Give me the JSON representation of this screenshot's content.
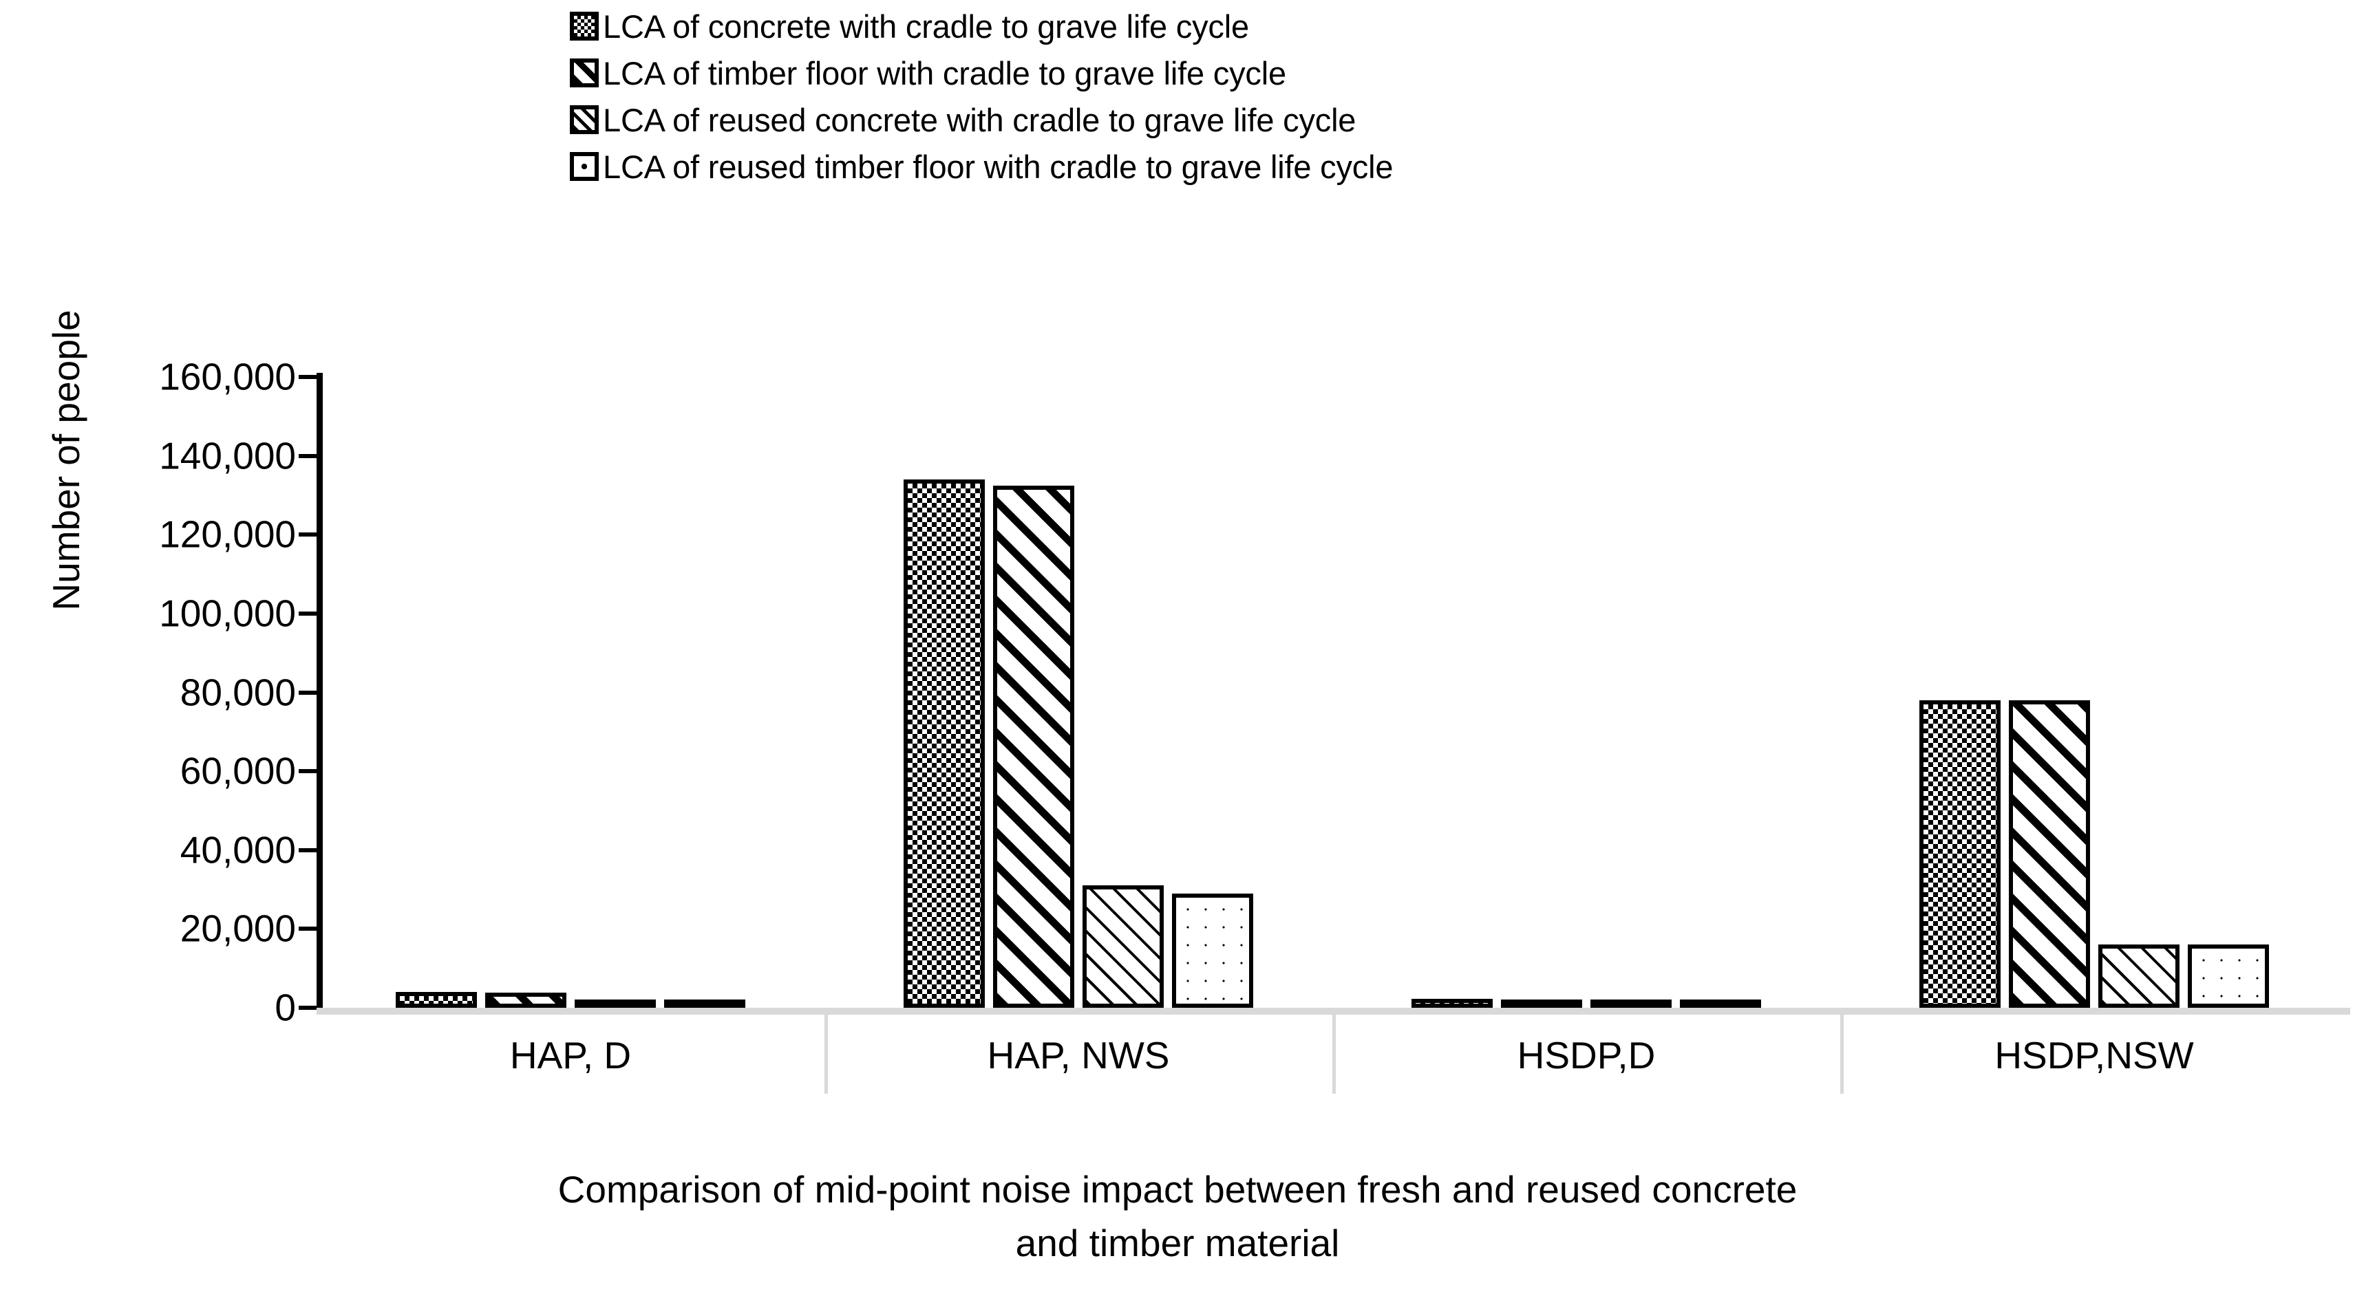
{
  "chart_data": {
    "type": "bar",
    "title": "",
    "xlabel": "Comparison of mid-point noise impact  between  fresh and reused concrete and timber material",
    "xlabel_line1": "Comparison of mid-point noise impact  between  fresh and reused concrete",
    "xlabel_line2": "and timber material",
    "ylabel": "Number of people",
    "ylim": [
      0,
      160000
    ],
    "ytick_values": [
      160000,
      140000,
      120000,
      100000,
      80000,
      60000,
      40000,
      20000,
      0
    ],
    "ytick_labels": [
      "160,000",
      "140,000",
      "120,000",
      "100,000",
      "80,000",
      "60,000",
      "40,000",
      "20,000",
      "0"
    ],
    "grid": false,
    "legend_position": "top",
    "categories": [
      "HAP, D",
      "HAP, NWS",
      "HSDP,D",
      "HSDP,NSW"
    ],
    "series": [
      {
        "name": "LCA of concrete with cradle to grave life cycle",
        "pattern": "checkerboard",
        "values": [
          4000,
          134000,
          2200,
          78000
        ]
      },
      {
        "name": "LCA of timber floor with cradle to grave life cycle",
        "pattern": "diagonal-wide",
        "values": [
          3800,
          132500,
          2000,
          78000
        ]
      },
      {
        "name": "LCA of reused concrete with cradle to grave life cycle",
        "pattern": "diagonal-thin",
        "values": [
          2000,
          31000,
          500,
          16000
        ]
      },
      {
        "name": "LCA of reused timber floor with cradle to grave life cycle",
        "pattern": "dots",
        "values": [
          1700,
          29000,
          500,
          16000
        ]
      }
    ]
  },
  "legend": {
    "items": [
      {
        "label": "LCA of concrete with cradle to grave life cycle",
        "swatch": "checkerboard-swatch"
      },
      {
        "label": "LCA of timber floor with cradle to grave life cycle",
        "swatch": "diagonal-wide-swatch"
      },
      {
        "label": "LCA of reused concrete with cradle to grave life cycle",
        "swatch": "diagonal-thin-swatch"
      },
      {
        "label": "LCA of reused timber floor with cradle to grave life cycle",
        "swatch": "dots-swatch"
      }
    ]
  },
  "colors": {
    "foreground": "#000000",
    "background": "#ffffff",
    "axis_band": "#d9d9d9"
  }
}
